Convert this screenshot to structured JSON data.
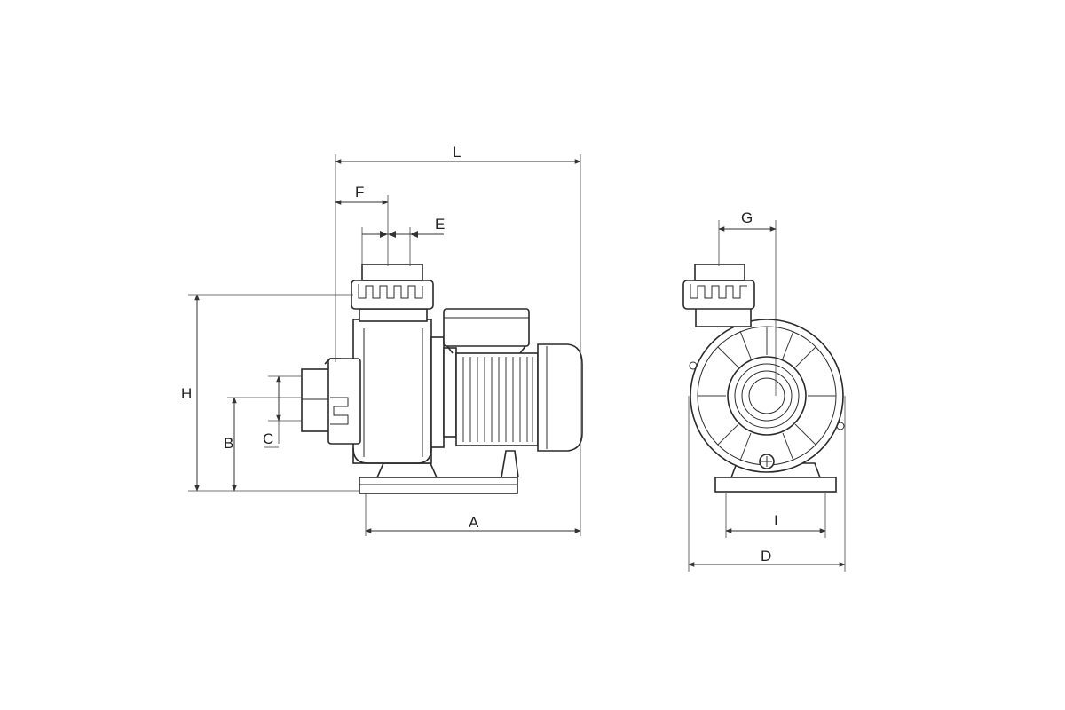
{
  "dimensions": {
    "L": "L",
    "F": "F",
    "E": "E",
    "H": "H",
    "B": "B",
    "C": "C",
    "A": "A",
    "G": "G",
    "I": "I",
    "D": "D"
  }
}
